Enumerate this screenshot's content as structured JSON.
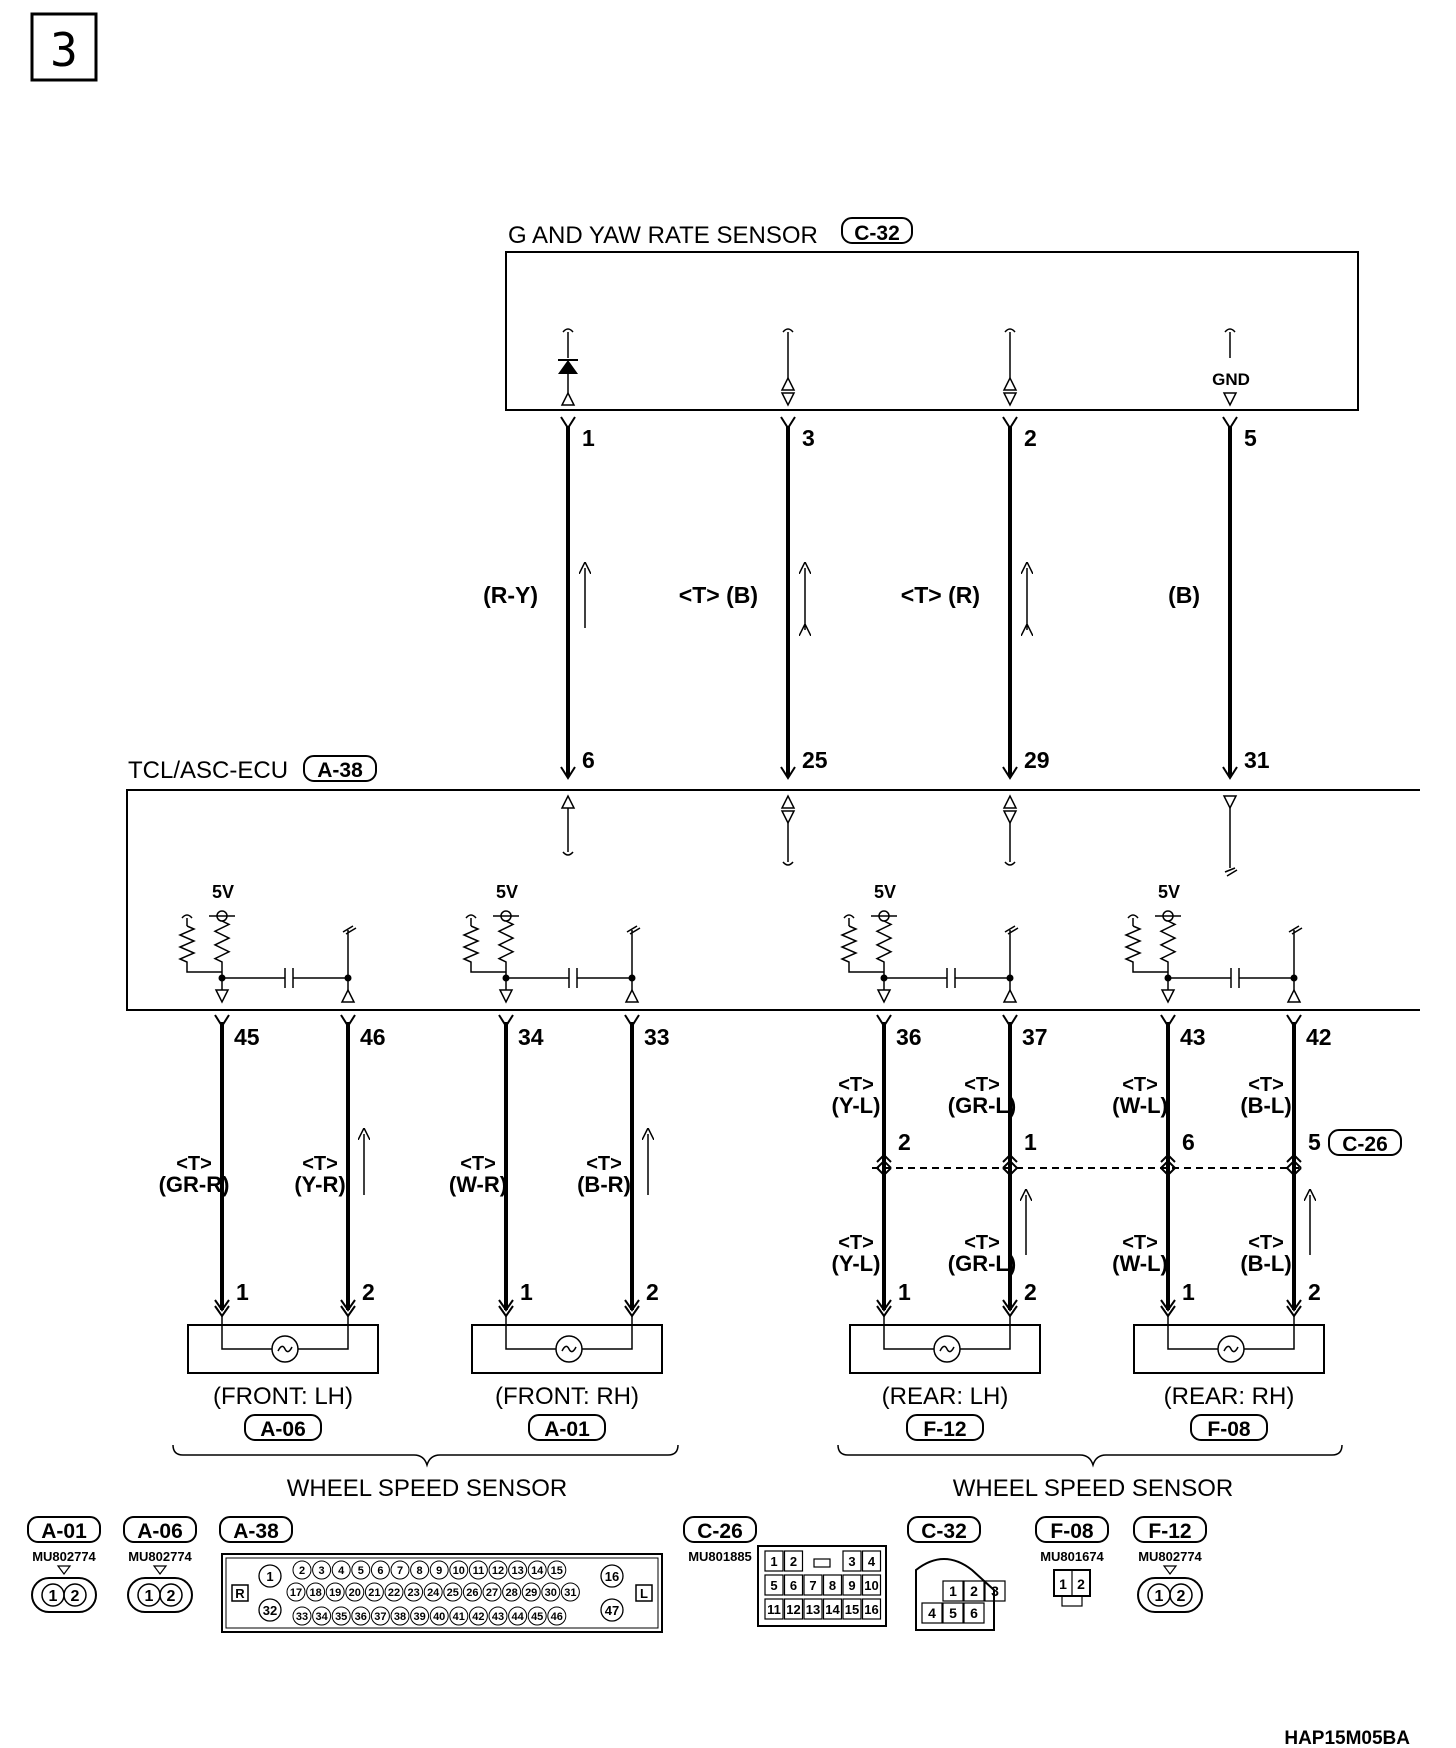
{
  "page_number": "3",
  "doc_code": "HAP15M05BA",
  "g_sensor": {
    "title": "G AND YAW RATE SENSOR",
    "connector": "C-32",
    "gnd_label": "GND",
    "pins": [
      "1",
      "3",
      "2",
      "5"
    ]
  },
  "upper_wires": [
    {
      "color": "(R-Y)",
      "sensor_pin": "1",
      "ecu_pin": "6"
    },
    {
      "color": "<T> (B)",
      "sensor_pin": "3",
      "ecu_pin": "25"
    },
    {
      "color": "<T> (R)",
      "sensor_pin": "2",
      "ecu_pin": "29"
    },
    {
      "color": "(B)",
      "sensor_pin": "5",
      "ecu_pin": "31"
    }
  ],
  "ecu": {
    "title": "TCL/ASC-ECU",
    "connector": "A-38",
    "supply_label": "5V"
  },
  "lower_wires": [
    {
      "ecu_pin": "45",
      "tag": "<T>",
      "color": "(GR-R)",
      "sensor_pin": "1"
    },
    {
      "ecu_pin": "46",
      "tag": "<T>",
      "color": "(Y-R)",
      "sensor_pin": "2"
    },
    {
      "ecu_pin": "34",
      "tag": "<T>",
      "color": "(W-R)",
      "sensor_pin": "1"
    },
    {
      "ecu_pin": "33",
      "tag": "<T>",
      "color": "(B-R)",
      "sensor_pin": "2"
    },
    {
      "ecu_pin": "36",
      "tag": "<T>",
      "color": "(Y-L)",
      "junction_pin": "2",
      "tag2": "<T>",
      "color2": "(Y-L)",
      "sensor_pin": "1"
    },
    {
      "ecu_pin": "37",
      "tag": "<T>",
      "color": "(GR-L)",
      "junction_pin": "1",
      "tag2": "<T>",
      "color2": "(GR-L)",
      "sensor_pin": "2"
    },
    {
      "ecu_pin": "43",
      "tag": "<T>",
      "color": "(W-L)",
      "junction_pin": "6",
      "tag2": "<T>",
      "color2": "(W-L)",
      "sensor_pin": "1"
    },
    {
      "ecu_pin": "42",
      "tag": "<T>",
      "color": "(B-L)",
      "junction_pin": "5",
      "tag2": "<T>",
      "color2": "(B-L)",
      "sensor_pin": "2"
    }
  ],
  "junction_connector": "C-26",
  "wheel_sensors": [
    {
      "position": "(FRONT: LH)",
      "connector": "A-06"
    },
    {
      "position": "(FRONT: RH)",
      "connector": "A-01"
    },
    {
      "position": "(REAR: LH)",
      "connector": "F-12"
    },
    {
      "position": "(REAR: RH)",
      "connector": "F-08"
    }
  ],
  "group_labels": [
    "WHEEL SPEED SENSOR",
    "WHEEL SPEED SENSOR"
  ],
  "connector_views": [
    {
      "id": "A-01",
      "part": "MU802774"
    },
    {
      "id": "A-06",
      "part": "MU802774"
    },
    {
      "id": "A-38",
      "part": ""
    },
    {
      "id": "C-26",
      "part": "MU801885"
    },
    {
      "id": "C-32",
      "part": ""
    },
    {
      "id": "F-08",
      "part": "MU801674"
    },
    {
      "id": "F-12",
      "part": "MU802774"
    }
  ],
  "a38_side_left": "R",
  "a38_side_right": "L",
  "a38_rows": [
    [
      "2",
      "3",
      "4",
      "5",
      "6",
      "7",
      "8",
      "9",
      "10",
      "11",
      "12",
      "13",
      "14",
      "15"
    ],
    [
      "17",
      "18",
      "19",
      "20",
      "21",
      "22",
      "23",
      "24",
      "25",
      "26",
      "27",
      "28",
      "29",
      "30",
      "31"
    ],
    [
      "33",
      "34",
      "35",
      "36",
      "37",
      "38",
      "39",
      "40",
      "41",
      "42",
      "43",
      "44",
      "45",
      "46"
    ]
  ],
  "a38_pins_left": [
    "1",
    "32"
  ],
  "a38_pins_right": [
    "16",
    "47"
  ],
  "c26_rows": [
    [
      "1",
      "2",
      "",
      "",
      "3",
      "4"
    ],
    [
      "5",
      "6",
      "7",
      "8",
      "9",
      "10"
    ],
    [
      "11",
      "12",
      "13",
      "14",
      "15",
      "16"
    ]
  ],
  "c32_rows": [
    [
      "1",
      "2",
      "3"
    ],
    [
      "4",
      "5",
      "6"
    ]
  ],
  "two_pin": [
    "1",
    "2"
  ]
}
